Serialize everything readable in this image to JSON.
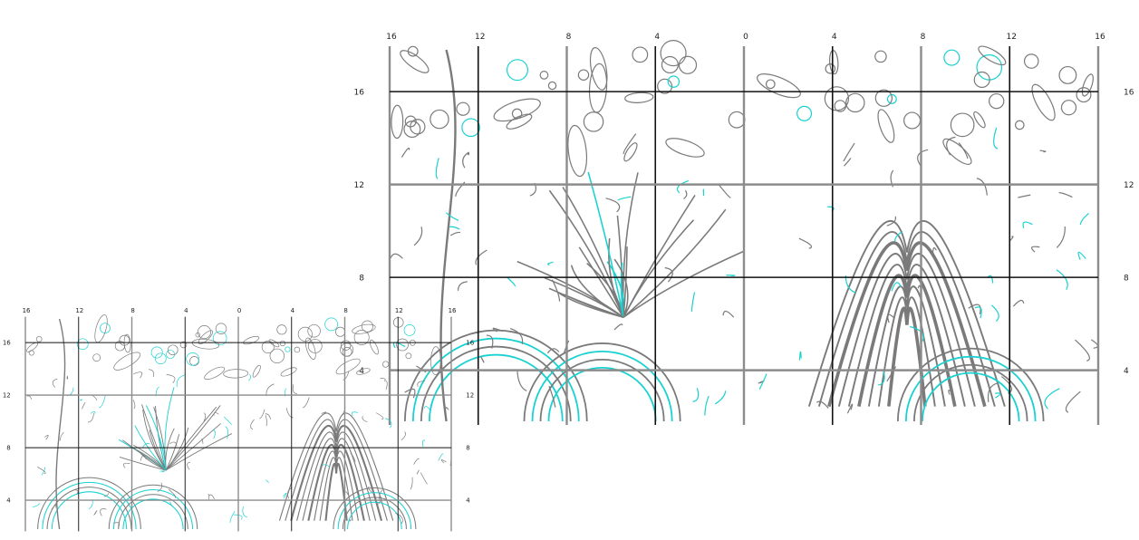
{
  "large_panel": {
    "top_labels": [
      "16",
      "12",
      "8",
      "4",
      "0",
      "4",
      "8",
      "12",
      "16"
    ],
    "left_labels": [
      "16",
      "12",
      "8",
      "4"
    ],
    "right_labels": [
      "16",
      "12",
      "8",
      "4"
    ]
  },
  "small_panel": {
    "top_labels": [
      "16",
      "12",
      "8",
      "4",
      "0",
      "4",
      "8",
      "12",
      "16"
    ],
    "left_labels": [
      "16",
      "12",
      "8",
      "4"
    ],
    "right_labels": [
      "16",
      "12",
      "8",
      "4"
    ]
  },
  "colors": {
    "line_art": "#7a7a7a",
    "accent": "#1ad1d1",
    "grid_dark": "#111111",
    "grid_gray": "#8c8c8c"
  }
}
